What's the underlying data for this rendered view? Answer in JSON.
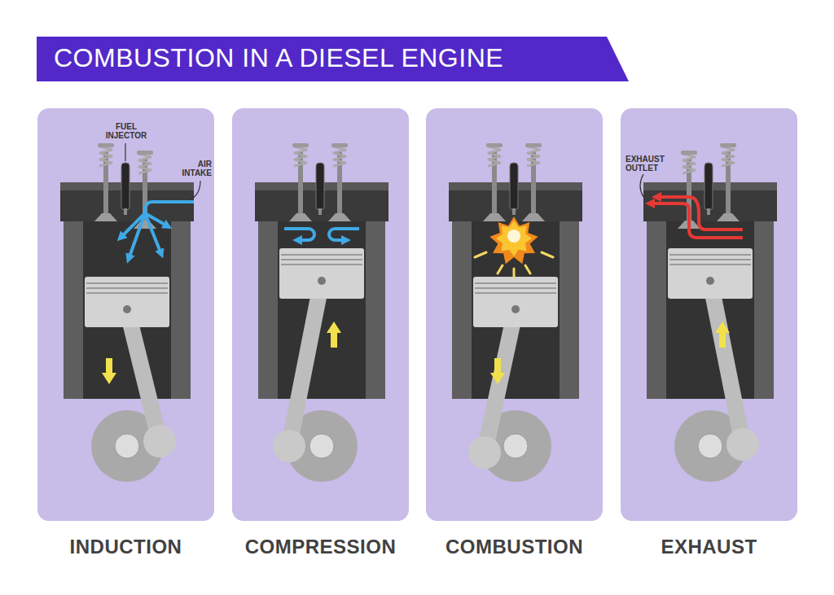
{
  "diagram": {
    "title": "COMBUSTION IN A DIESEL ENGINE",
    "nodes": [
      {
        "text": [
          "INDUCTION"
        ]
      },
      {
        "text": [
          "COMPRESSION"
        ]
      },
      {
        "text": [
          "COMBUSTION"
        ]
      },
      {
        "text": [
          "EXHAUST"
        ]
      }
    ],
    "labels": [
      "FUEL INJECTOR",
      "AIR INTAKE",
      "EXHAUST OUTLET"
    ]
  }
}
